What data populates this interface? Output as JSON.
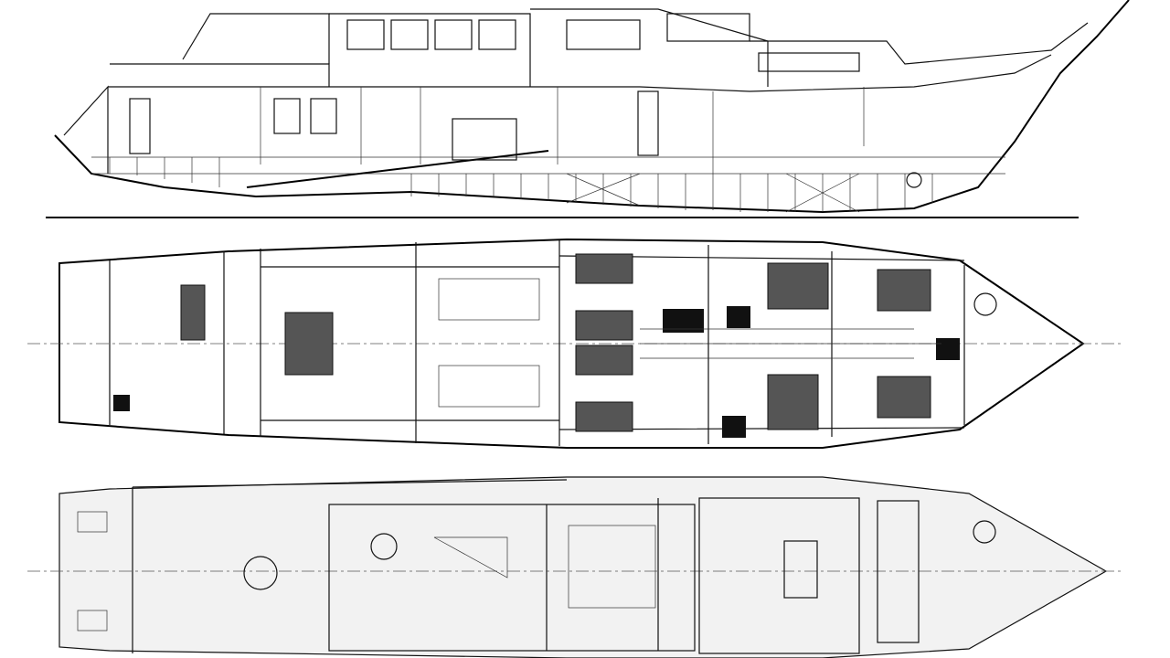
{
  "drawing": {
    "views": [
      {
        "id": "profile",
        "description_label": ""
      },
      {
        "id": "lower-deck-plan",
        "description_label": ""
      },
      {
        "id": "main-deck-plan",
        "description_label": ""
      }
    ],
    "line_color": "#111111",
    "fill_color": "#555555"
  }
}
